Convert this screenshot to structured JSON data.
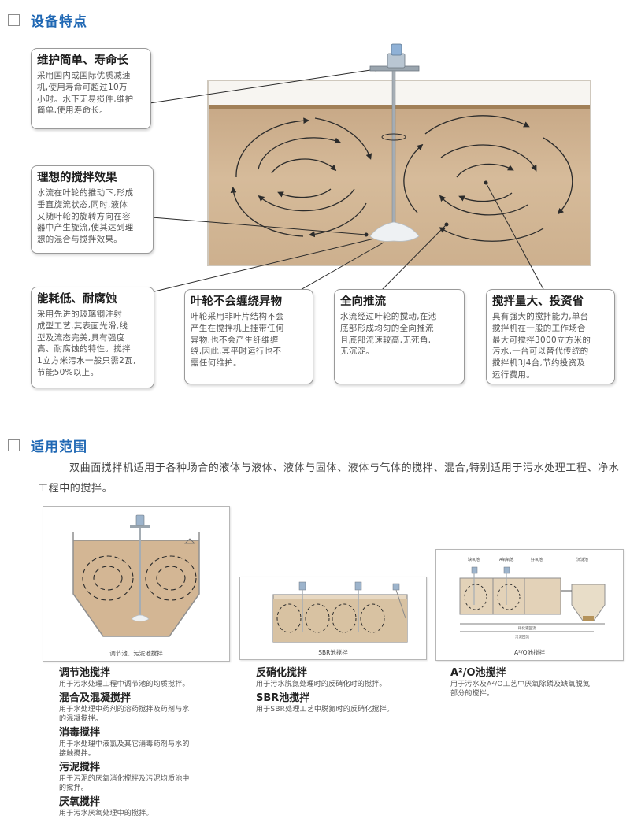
{
  "section1": {
    "title": "设备特点"
  },
  "callouts": [
    {
      "title": "维护简单、寿命长",
      "lines": [
        "采用国内或国际优质减速",
        "机,使用寿命可超过10万",
        "小时。水下无易损件,维护",
        "简单,使用寿命长。"
      ]
    },
    {
      "title": "理想的搅拌效果",
      "lines": [
        "水流在叶轮的推动下,形成",
        "垂直旋流状态,同时,液体",
        "又随叶轮的旋转方向在容",
        "器中产生旋流,使其达到理",
        "想的混合与搅拌效果。"
      ]
    },
    {
      "title": "能耗低、耐腐蚀",
      "lines": [
        "采用先进的玻璃钢注射",
        "成型工艺,其表面光滑,线",
        "型及流态完美,具有强度",
        "高、耐腐蚀的特性。搅拌",
        "1立方米污水一般只需2瓦,",
        "节能50%以上。"
      ]
    },
    {
      "title": "叶轮不会缠绕异物",
      "lines": [
        "叶轮采用非叶片结构不会",
        "产生在搅拌机上挂带任何",
        "异物,也不会产生纤维缠",
        "绕,因此,其平时运行也不",
        "需任何维护。"
      ]
    },
    {
      "title": "全向推流",
      "lines": [
        "水流经过叶轮的搅动,在池",
        "底部形成均匀的全向推流",
        "且底部流速较高,无死角,",
        "无沉淀。"
      ]
    },
    {
      "title": "搅拌量大、投资省",
      "lines": [
        "具有强大的搅拌能力,单台",
        "搅拌机在一般的工作场合",
        "最大可搅拌3000立方米的",
        "污水,一台可以替代传统的",
        "搅拌机3J4台,节约投资及",
        "运行费用。"
      ]
    }
  ],
  "section2": {
    "title": "适用范围",
    "intro": "双曲面搅拌机适用于各种场合的液体与液体、液体与固体、液体与气体的搅拌、混合,特别适用于污水处理工程、净水工程中的搅拌。"
  },
  "panels": [
    {
      "caption": "调节池、污泥池搅拌"
    },
    {
      "caption": "SBR池搅拌"
    },
    {
      "caption": "A²/O池搅拌",
      "labels": [
        "缺氧池",
        "A氧氧池",
        "好氧池",
        "沉淀池",
        "硝化液回流",
        "污泥回流"
      ]
    }
  ],
  "applications": {
    "col1": [
      {
        "title": "调节池搅拌",
        "desc": [
          "用于污水处理工程中调节池的均质搅拌。"
        ]
      },
      {
        "title": "混合及混凝搅拌",
        "desc": [
          "用于水处理中药剂的溶药搅拌及药剂与水",
          "的混凝搅拌。"
        ]
      },
      {
        "title": "消毒搅拌",
        "desc": [
          "用于水处理中液氯及其它消毒药剂与水的",
          "接触搅拌。"
        ]
      },
      {
        "title": "污泥搅拌",
        "desc": [
          "用于污泥的厌氧消化搅拌及污泥均质池中",
          "的搅拌。"
        ]
      },
      {
        "title": "厌氧搅拌",
        "desc": [
          "用于污水厌氧处理中的搅拌。"
        ]
      }
    ],
    "col2": [
      {
        "title": "反硝化搅拌",
        "desc": [
          "用于污水脱氮处理时的反硝化时的搅拌。"
        ]
      },
      {
        "title": "SBR池搅拌",
        "desc": [
          "用于SBR处理工艺中脱氮时的反硝化搅拌。"
        ]
      }
    ],
    "col3": [
      {
        "title": "A²/O池搅拌",
        "desc": [
          "用于污水及A²/O工艺中厌氧除磷及缺氧脱氮",
          "部分的搅拌。"
        ]
      }
    ]
  },
  "colors": {
    "accent": "#2068b4",
    "liquid": "#d3b694",
    "arrow": "#2b2b2b"
  }
}
